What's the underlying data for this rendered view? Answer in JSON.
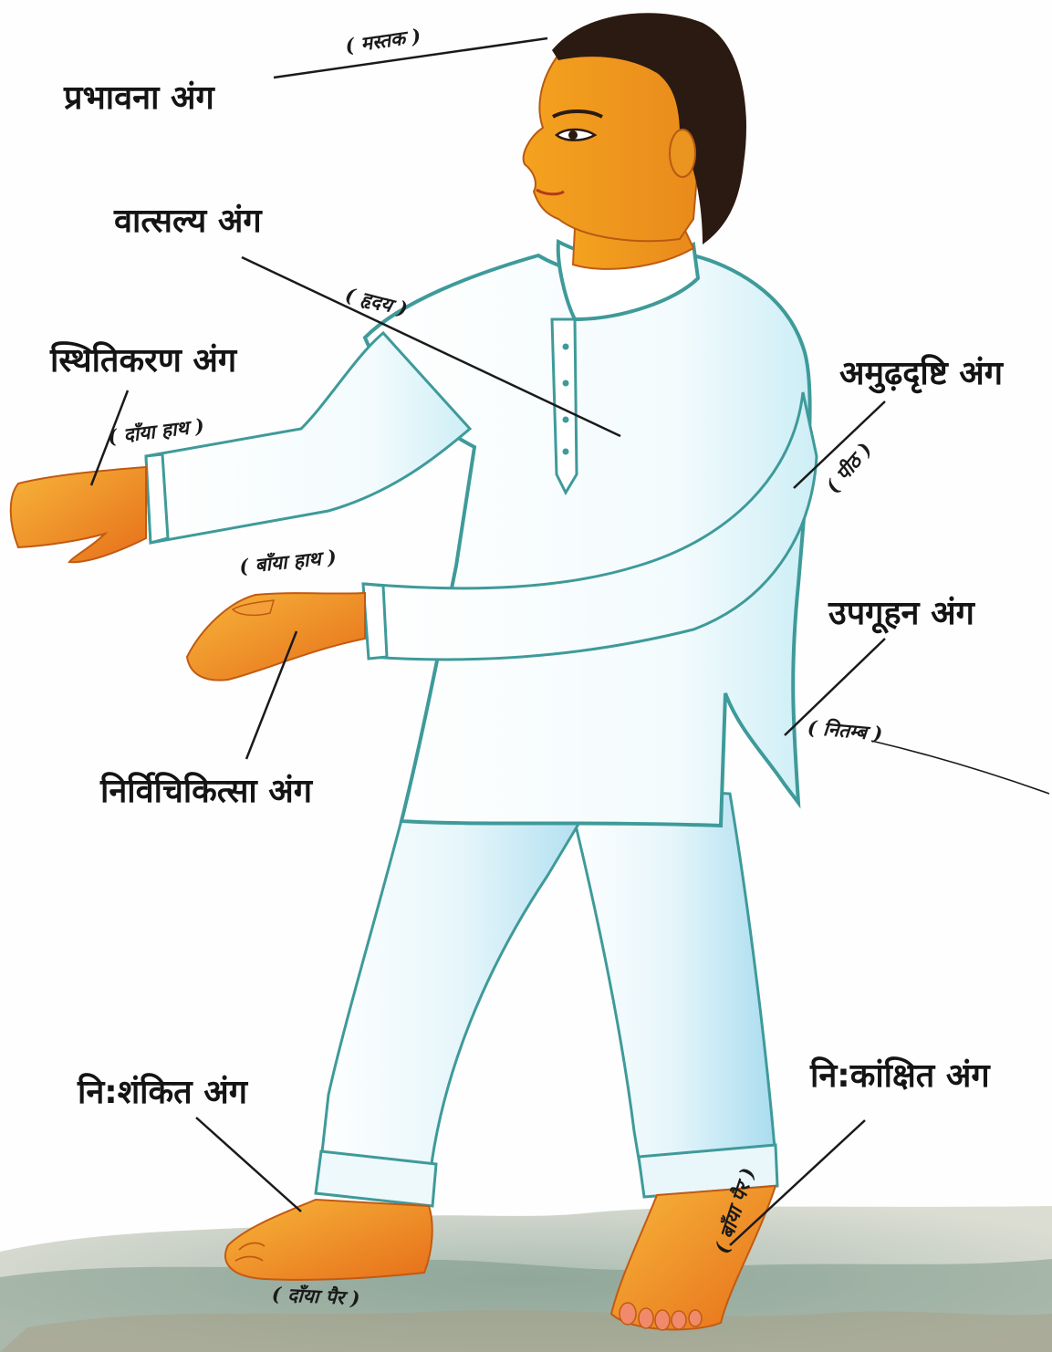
{
  "labels": {
    "prabhavana": "प्रभावना अंग",
    "vatsalya": "वात्सल्य अंग",
    "sthitikaran": "स्थितिकरण अंग",
    "amudhadrishti": "अमुढ़दृष्टि अंग",
    "upaguhan": "उपगूहन अंग",
    "nirvichikitsa": "निर्विचिकित्सा अंग",
    "nihshankit": "नि:शंकित अंग",
    "nihkankshit": "नि:कांक्षित अंग"
  },
  "body_parts": {
    "mastak": "( मस्तक )",
    "hriday": "( हृदय )",
    "right_hand": "( दाँया हाथ )",
    "left_hand": "( बाँया हाथ )",
    "back": "( पीठ )",
    "hip": "( नितम्ब )",
    "right_foot": "( दाँया पैर )",
    "left_foot": "( बाँया पैर )"
  },
  "colors": {
    "skin": "#f5a623",
    "skin_shadow": "#e8751a",
    "hair": "#2b1a12",
    "kurta": "#ffffff",
    "kurta_outline": "#3f9a9a",
    "pajama_shade": "#bfe6f2",
    "ground": "#8fa38d",
    "leader_line": "#1a1a1a"
  }
}
